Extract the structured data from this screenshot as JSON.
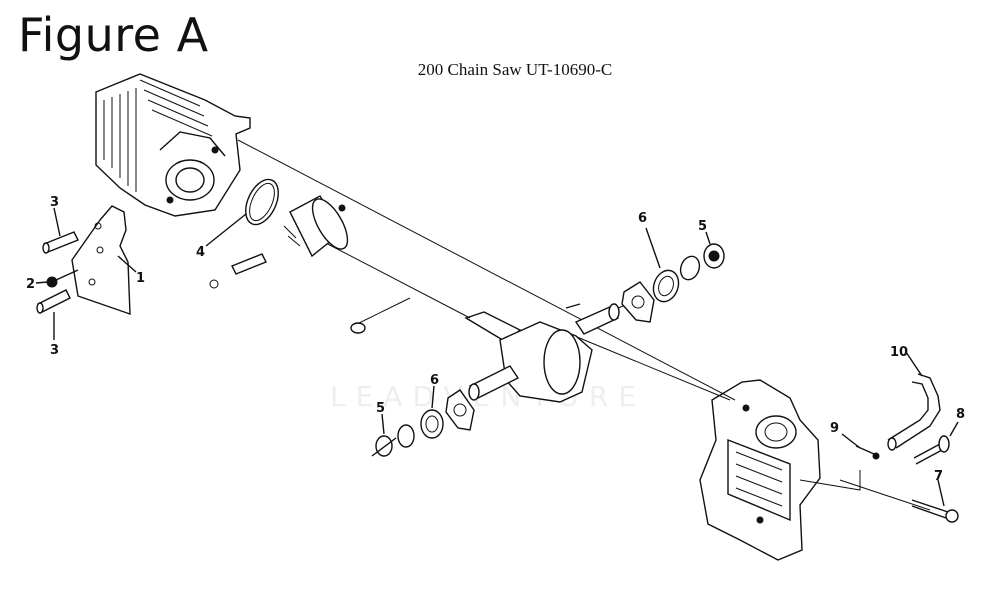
{
  "figure_label": "Figure A",
  "title": "200 Chain Saw UT-10690-C",
  "watermark": "LEADVENTURE",
  "callouts": {
    "c1": "1",
    "c2": "2",
    "c3a": "3",
    "c3b": "3",
    "c4": "4",
    "c5a": "5",
    "c5b": "5",
    "c6a": "6",
    "c6b": "6",
    "c7": "7",
    "c8": "8",
    "c9": "9",
    "c10": "10"
  }
}
